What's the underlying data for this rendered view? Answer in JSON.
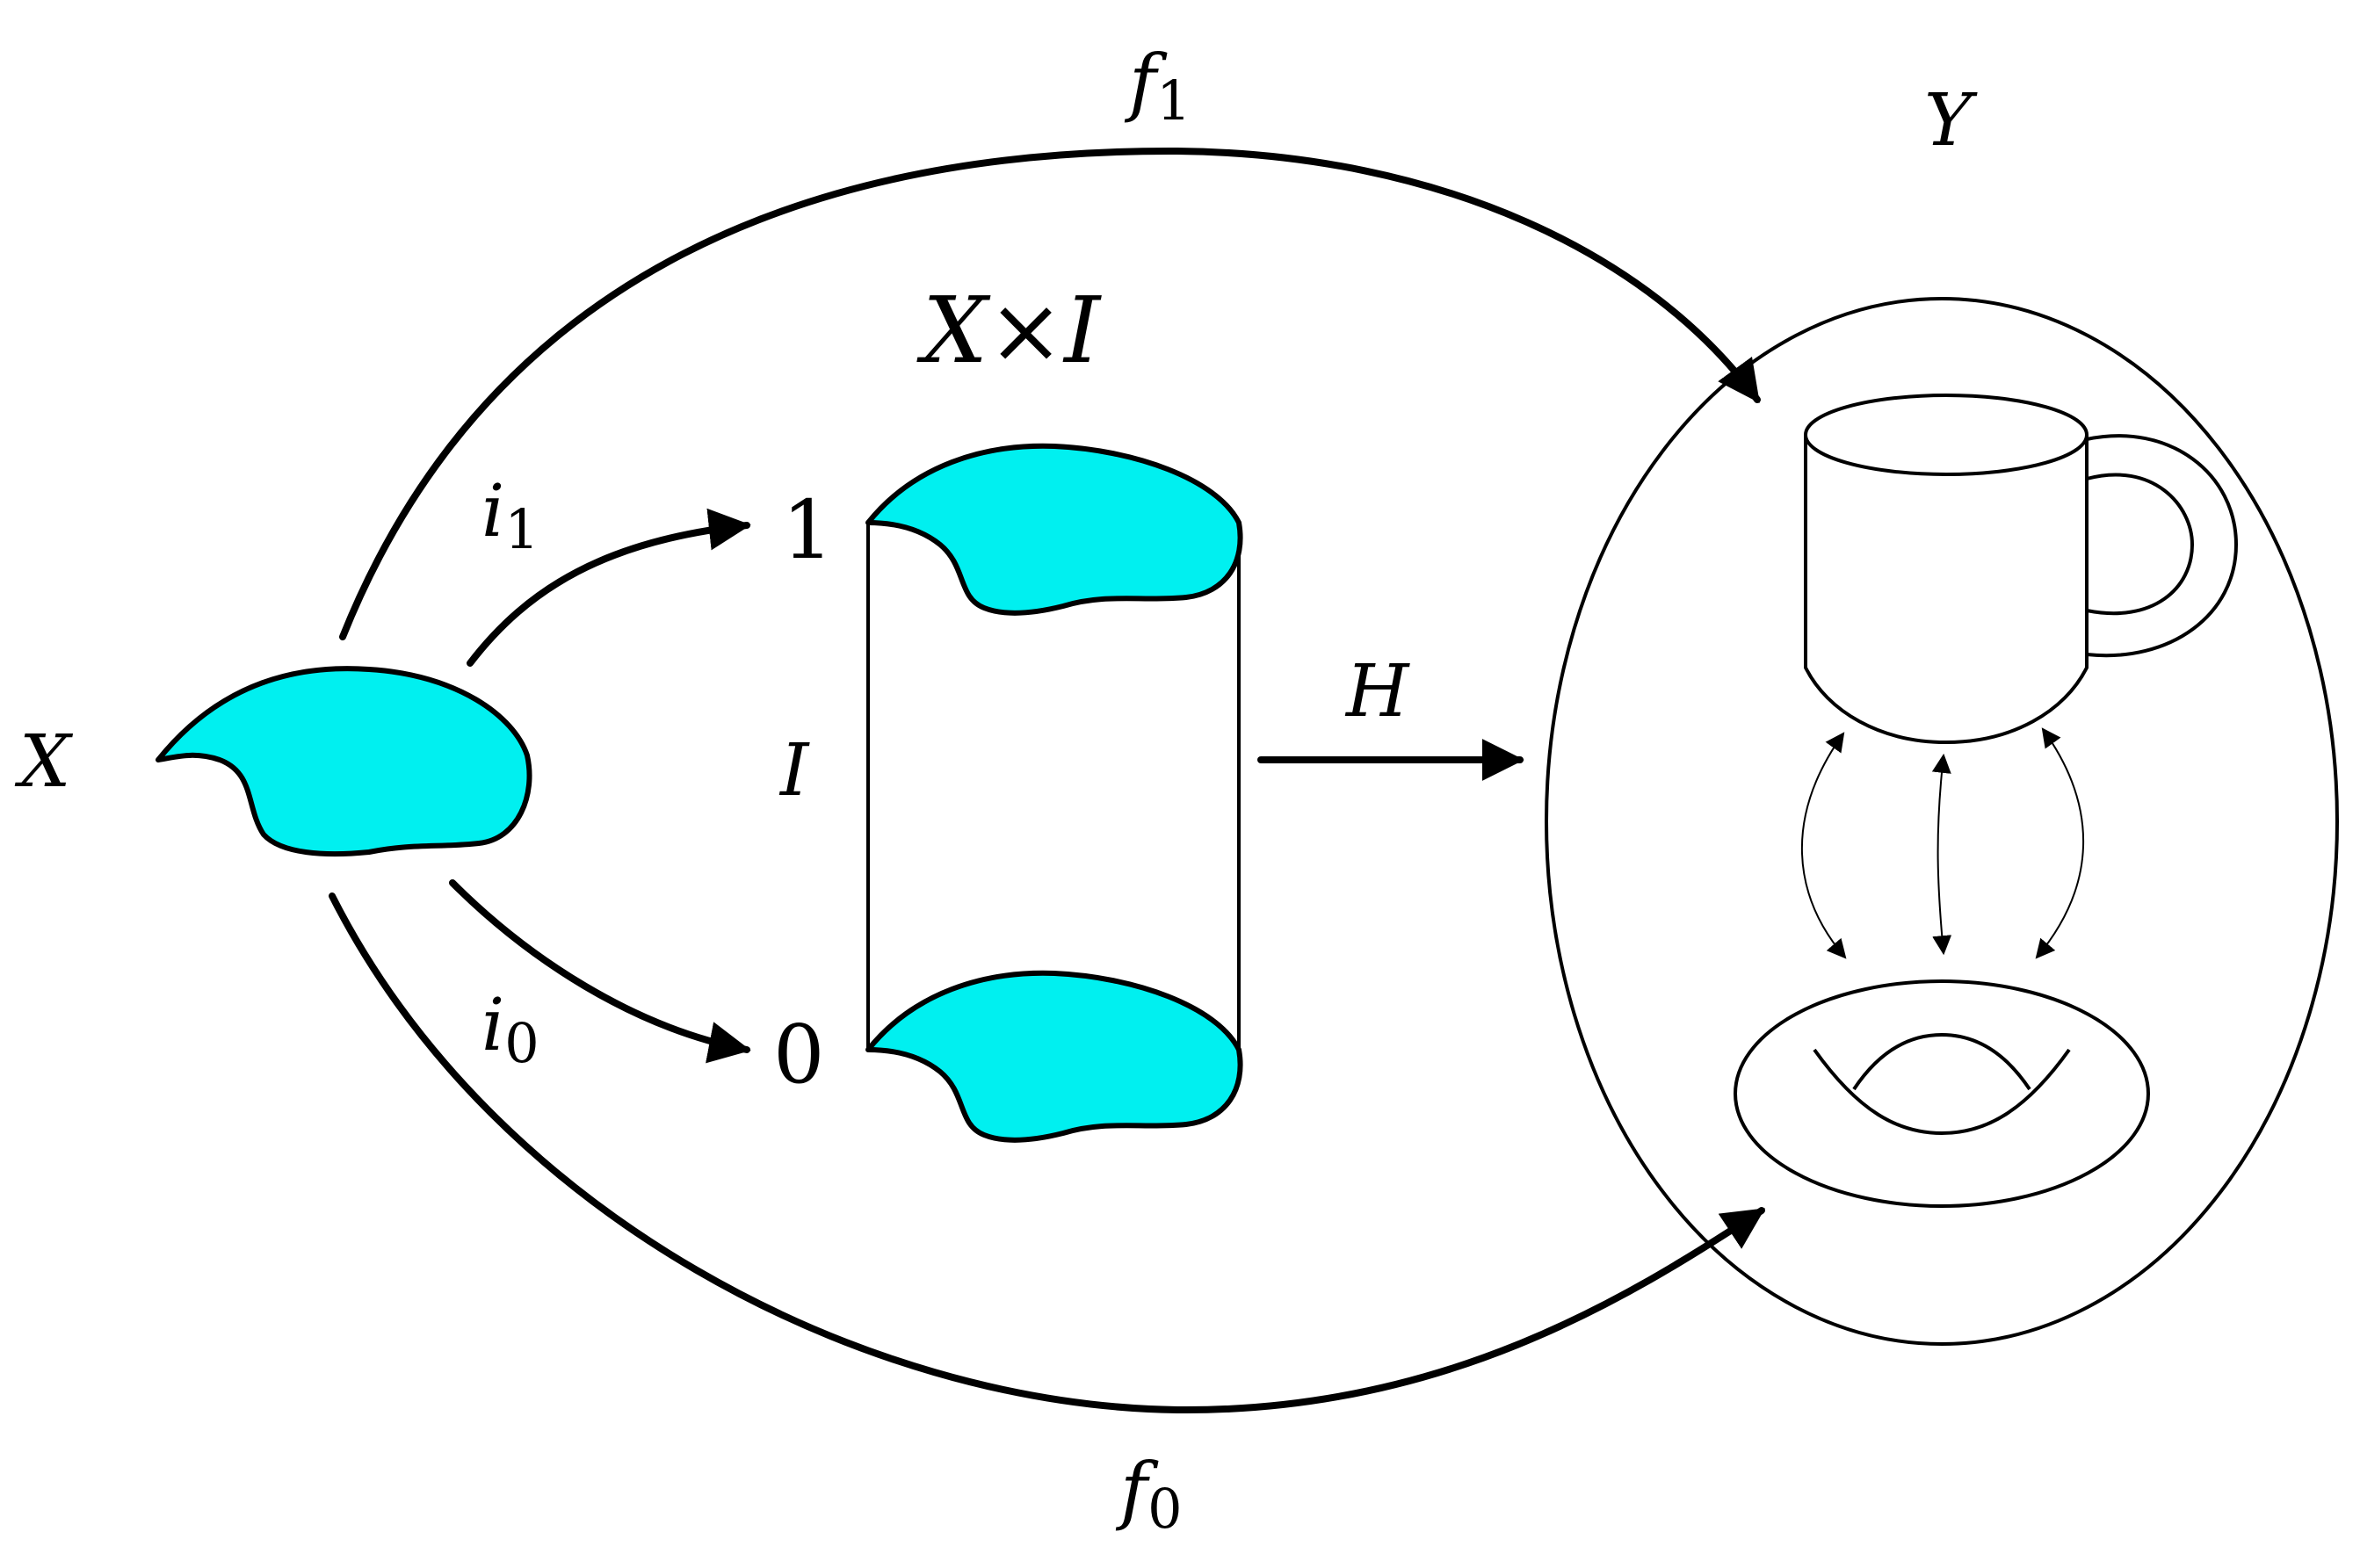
{
  "labels": {
    "X": "X",
    "Y": "Y",
    "XxI": "X×I",
    "I": "I",
    "H": "H",
    "one": "1",
    "zero": "0"
  },
  "maps": {
    "f1": {
      "base": "f",
      "sub": "1"
    },
    "f0": {
      "base": "f",
      "sub": "0"
    },
    "i1": {
      "base": "i",
      "sub": "1"
    },
    "i0": {
      "base": "i",
      "sub": "0"
    }
  },
  "colors": {
    "fill": "#00f0f0",
    "stroke": "#000000",
    "background": "#ffffff"
  }
}
